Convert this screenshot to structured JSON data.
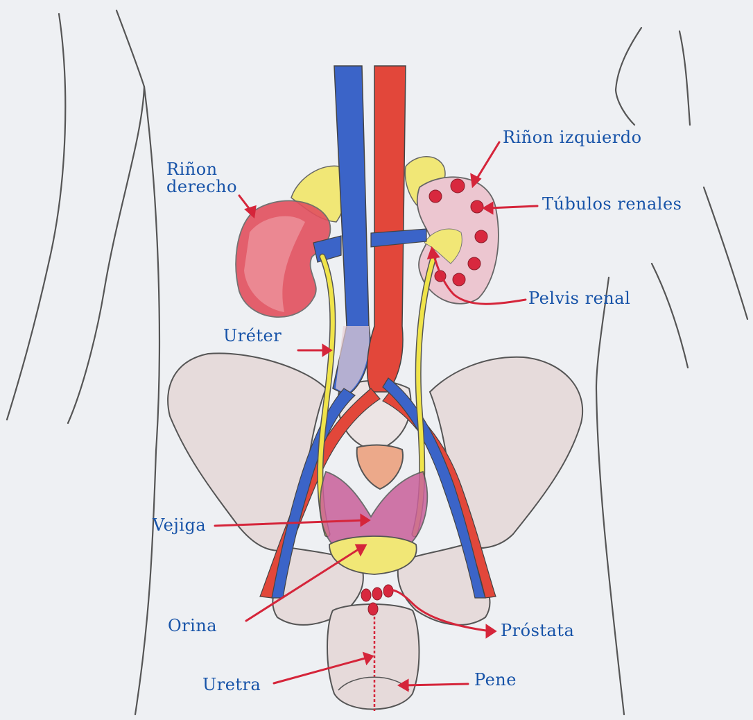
{
  "colors": {
    "label_blue": "#1753a8",
    "arrow_red": "#d5253a",
    "vein_blue": "#3b64c8",
    "artery_red": "#e2473a",
    "kidney_pink": "#e2505e",
    "gland_yellow": "#f1e776",
    "ureter_yellow": "#f0e44a",
    "bladder_pink": "#c9609a",
    "pelvis_fill": "#e7dcdc"
  },
  "labels": {
    "right_kidney": "Riñon\nderecho",
    "left_kidney": "Riñon izquierdo",
    "renal_tubules": "Túbulos renales",
    "renal_pelvis": "Pelvis renal",
    "ureter": "Uréter",
    "bladder": "Vejiga",
    "urine": "Orina",
    "prostate": "Próstata",
    "urethra": "Uretra",
    "penis": "Pene"
  }
}
